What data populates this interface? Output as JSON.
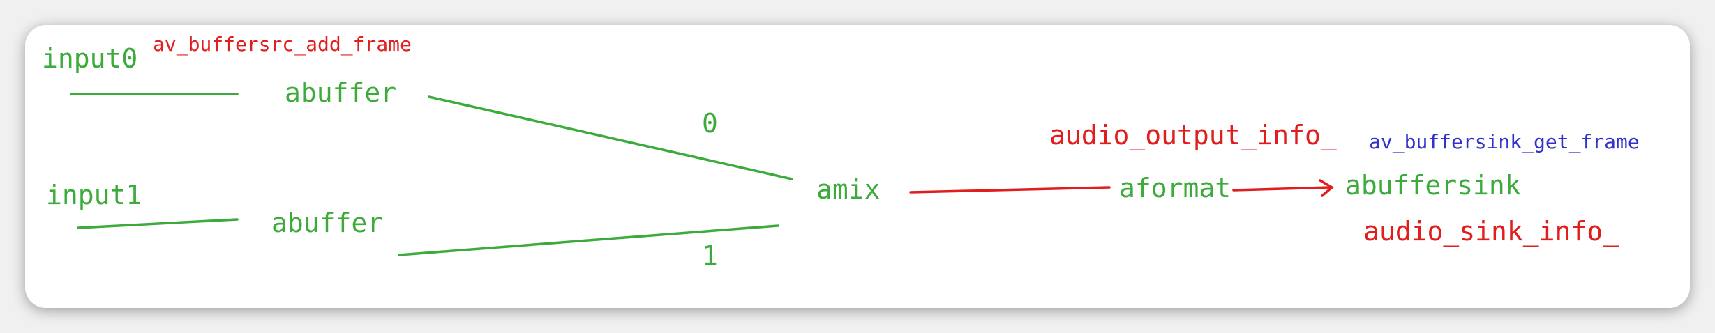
{
  "colors": {
    "background": "#f0f0f0",
    "card": "#ffffff",
    "green": "#3cab3c",
    "red": "#e01e1e",
    "blue": "#3232c8"
  },
  "nodes": {
    "input0": "input0",
    "input1": "input1",
    "abuffer_top": "abuffer",
    "abuffer_bottom": "abuffer",
    "amix": "amix",
    "aformat": "aformat",
    "abuffersink": "abuffersink"
  },
  "edges": {
    "pad0": "0",
    "pad1": "1"
  },
  "annotations": {
    "buffersrc_add_frame": "av_buffersrc_add_frame",
    "audio_output_info": "audio_output_info_",
    "buffersink_get_frame": "av_buffersink_get_frame",
    "audio_sink_info": "audio_sink_info_"
  }
}
